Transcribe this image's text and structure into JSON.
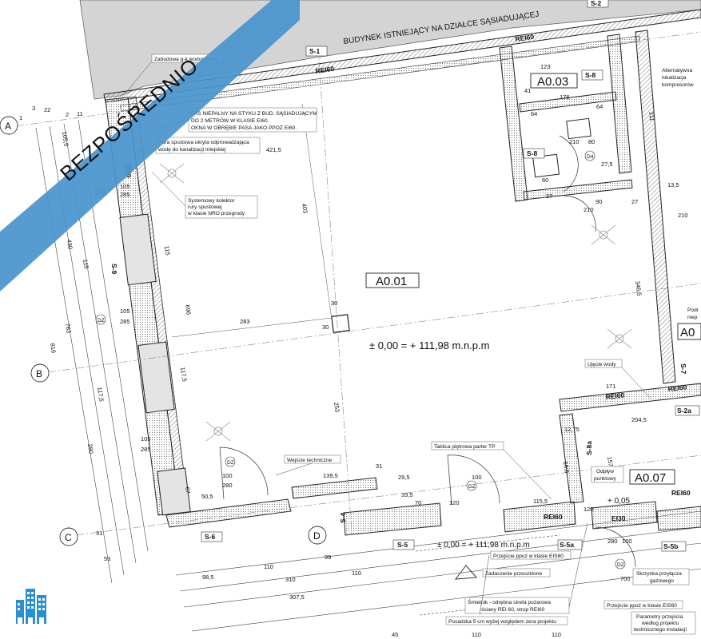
{
  "banner": {
    "text": "BEZPOŚREDNIO",
    "color": "#4a94cc"
  },
  "neighbor_building": {
    "label": "BUDYNEK ISTNIEJĄCY NA DZIAŁCE SĄSIADUJĄCEJ",
    "fill": "#d4d4d4"
  },
  "rooms": {
    "a001": "A0.01",
    "a003": "A0.03",
    "a007": "A0.07",
    "a0_partial": "A0"
  },
  "levels": {
    "main": "± 0,00 = + 111,98  m.n.p.m",
    "lower": "± 0,00 = + 111,98  m.n.p.m",
    "small": "+ 0,05"
  },
  "axes": [
    "A",
    "B",
    "C",
    "D"
  ],
  "wall_tags": {
    "s1": "S-1",
    "s2": "S-2",
    "s4": "S-4",
    "s5": "S-5",
    "s5a": "S-5a",
    "s5b": "S-5b",
    "s6": "S-6",
    "s7": "S-7",
    "s8": "S-8",
    "s8b": "S-8",
    "s8a": "S-8a",
    "s2a": "S-2a",
    "s9": "S-9",
    "rei60_top": "REI60",
    "rei60_a": "REI60",
    "rei60_mid": "REI60",
    "rei60_low": "REI60",
    "rei60_right": "REI60",
    "rei60_bottom": "REI60",
    "ei60": "EI60",
    "ei30": "EI30"
  },
  "notes": {
    "water_meter": "Zabudowa g-k wodomierza",
    "strip_l1": "PAS NIEPALNY NA STYKU Z BUD. SĄSIADUJĄCYM",
    "strip_l2": "DO 2 METRÓW W KLASIE EI60.",
    "strip_l3": "OKNA W OBRĘBIE PASA JAKO PPOŻ EI60.",
    "drain_l1": "Rura spustowa ukryta odprowadzająca",
    "drain_l2": "wodę do kanalizacji miejskiej",
    "collector_l1": "Systemowy kolektor",
    "collector_l2": "rury spustowej",
    "collector_l3": "w klasie NRO przegrody",
    "tech_entry": "Wejście techniczne",
    "floor_board": "Tablica piętrowa parter TP",
    "water_intake": "Ujęcie wody",
    "outflow_l1": "Odpływ",
    "outflow_l2": "punktowy",
    "fire_transition_1": "Przejście ppoż w klasie EIS60",
    "canopy": "Zadaszenie przeszklone",
    "trash_l1": "Śmietnik - odrębna strefa pożarowa",
    "trash_l2": "-ściany REI 60, strop REI60",
    "floor_level": "Posadzka 5 cm wyżej względem zera projektu",
    "gas_box_l1": "Skrzynka przyłącza",
    "gas_box_l2": "gazowego",
    "fire_transition_2": "Przejście ppoż w klasie EIS60",
    "params_l1": "Parametry przejścia",
    "params_l2": "według projektu",
    "params_l3": "technicznego instalacji",
    "compressor_l1": "Alternatywna",
    "compressor_l2": "lokalizacja",
    "compressor_l3": "kompresorów",
    "partial_l1": "Podr",
    "partial_l2": "niep"
  },
  "dims": {
    "d22": "22",
    "d4215": "421,5",
    "d403": "403",
    "d105a": "105",
    "d285a": "285",
    "d115a": "115",
    "d115b": "115",
    "d430": "430",
    "d1055": "105,5",
    "d763": "763",
    "d816": "816",
    "d1175a": "117,5",
    "d1175b": "117,5",
    "d280": "280",
    "d105b": "105",
    "d285b": "285",
    "d105c": "105",
    "d285c": "285",
    "d283": "283",
    "d30a": "30",
    "d30b": "30",
    "d696": "696",
    "d253": "253",
    "d100a": "100",
    "d280a": "280",
    "d1395": "139,5",
    "d31a": "31",
    "d295": "29,5",
    "d335": "33,5",
    "d70": "70",
    "d120a": "120",
    "d100b": "100",
    "d1155": "115,5",
    "d120b": "120",
    "d505": "50,5",
    "d67": "67",
    "d31b": "31",
    "d53": "53",
    "d110a": "110",
    "d99": "99",
    "d985": "98,5",
    "d110b": "110",
    "d310": "310",
    "d3075": "307,5",
    "d45": "45",
    "d123": "123",
    "d176": "176",
    "d64a": "64",
    "d64b": "64",
    "d41": "41",
    "d210a": "210",
    "d80": "80",
    "d90": "90",
    "d210b": "210",
    "d60": "60",
    "d27a": "27",
    "d275": "27,5",
    "d27b": "27",
    "d311": "311",
    "d3465": "346,5",
    "d135": "13,5",
    "d210c": "210",
    "d171": "171",
    "d2045": "204,5",
    "d1275": "12,75",
    "d185": "18,5",
    "d157": "157",
    "d700": "700",
    "d100c": "100",
    "d280b": "280",
    "d110c": "110",
    "d110d": "110",
    "d3": "3",
    "d1": "1",
    "d11": "11",
    "d2": "2"
  },
  "door_tags": [
    "DZ",
    "DZ",
    "D4",
    "DZ",
    "DZ",
    "DZ"
  ],
  "logo_color": "#2a8fd0"
}
